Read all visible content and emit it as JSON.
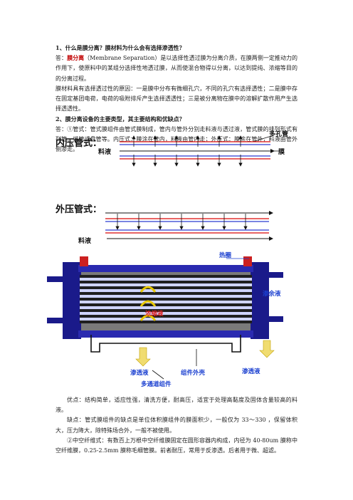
{
  "section1": {
    "question": "1、什么是膜分离？膜材料为什么会有选择渗透性？",
    "answer_prefix": "答：",
    "term": "膜分离",
    "answer_rest": "（Membrane Separation）是以选择性透过膜为分离介质，在膜两侧一定推动力的作用下，使原料中的某组分选择性地透过膜，从而使混合物得以分离，以达到提纯、浓缩等目的的分离过程。",
    "para2": "膜材料具有选择透过性的原因：一是膜中分布有微细孔穴，不同的孔穴有选择透性；二是膜中存在固定基团电荷，电荷的吸附排斥产生选择透透性；三是被分离物在膜中的溶解扩散作用产生选择透透性。"
  },
  "section2": {
    "question": "2、膜分离设备的主要类型，其主要结构和优缺点？",
    "answer": "答：①管式：管式膜组件由管式膜制成，管内与管外分别走料液与透过液，管式膜的排列形式有列管、排管或盘管等。内压式：膜涂在管内，料液由管内走；外压式：膜涂在管外，料液由管外侧渗走。"
  },
  "diagram1": {
    "title": "内压管式：",
    "label_feed": "料液",
    "label_porous": "多孔管",
    "label_membrane": "膜"
  },
  "diagram2": {
    "title": "外压管式：",
    "label_feed": "料液"
  },
  "diagram3": {
    "label_seal": "热圈",
    "label_concentrate": "浓缩液",
    "label_retentate": "渗余液",
    "label_permeate_left": "渗透液",
    "label_shell": "组件外壳",
    "label_permeate_right": "渗透液",
    "label_multichannel": "多通道组件"
  },
  "section3": {
    "pros": "优点：结构简单，适应性强，清洗方便，耐高压，适宜于处理高黏度及固体含量较高的料液。",
    "cons": "缺点：管式膜组件的缺点是单位体积膜组件的膜面积少，一般仅为 33～330 ，保留体积大，压力降大，除特殊场合外，一般不被使用。",
    "hollow": "②中空纤维式：有数百上万根中空纤维膜固定在圆形容器内构成，内径为 40-80um 膜称中空纤维膜，0.25-2.5mm 膜称毛细管膜。前者耐压，常用于反渗透。后者用于微、超滤。"
  },
  "colors": {
    "term_red": "#c00000",
    "label_blue": "#1a3fd0",
    "label_red": "#e02020",
    "tube_red": "#e03030",
    "arrow_blue": "#2a3ad0"
  }
}
